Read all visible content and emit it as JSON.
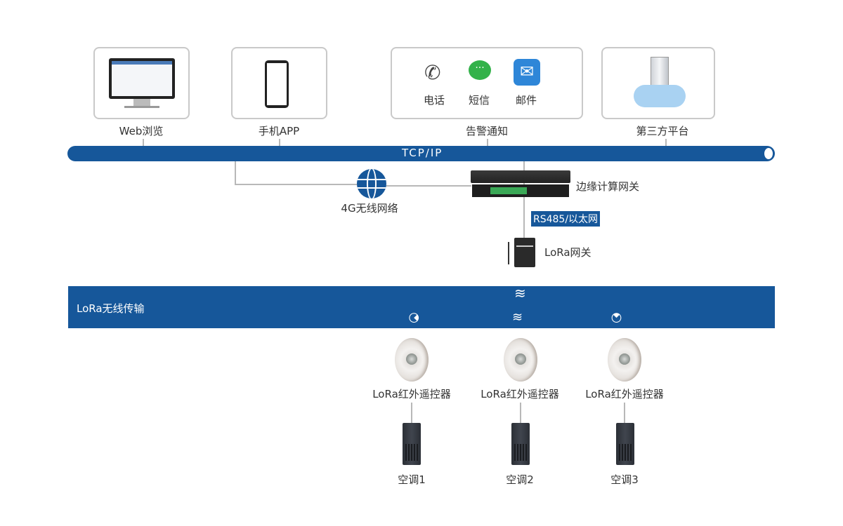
{
  "top_nodes": [
    {
      "label": "Web浏览"
    },
    {
      "label": "手机APP"
    },
    {
      "label": "告警通知"
    },
    {
      "label": "第三方平台"
    }
  ],
  "alerts": [
    {
      "label": "电话",
      "icon": "phone-icon"
    },
    {
      "label": "短信",
      "icon": "message-icon"
    },
    {
      "label": "邮件",
      "icon": "mail-icon"
    }
  ],
  "tcp_bar": "TCP/IP",
  "network": "4G无线网络",
  "edge_gateway": "边缘计算网关",
  "link_label": "RS485/以太网",
  "lora_gateway": "LoRa网关",
  "lora_band": "LoRa无线传输",
  "devices": [
    {
      "remote": "LoRa红外遥控器",
      "ac": "空调1"
    },
    {
      "remote": "LoRa红外遥控器",
      "ac": "空调2"
    },
    {
      "remote": "LoRa红外遥控器",
      "ac": "空调3"
    }
  ],
  "colors": {
    "brand": "#16579a",
    "line": "#b8b8b8"
  }
}
